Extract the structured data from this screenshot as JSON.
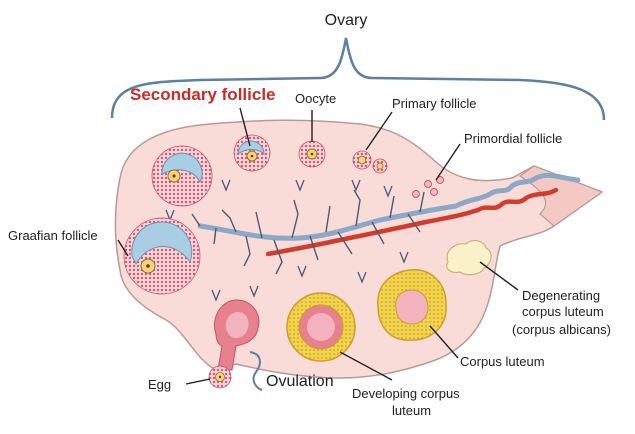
{
  "labels": {
    "ovary": "Ovary",
    "secondary_follicle": "Secondary follicle",
    "oocyte": "Oocyte",
    "primary_follicle": "Primary follicle",
    "primordial_follicle": "Primordial follicle",
    "graafian_follicle": "Graafian follicle",
    "degenerating_line1": "Degenerating",
    "degenerating_line2": "corpus luteum",
    "degenerating_line3": "(corpus albicans)",
    "corpus_luteum": "Corpus luteum",
    "egg": "Egg",
    "ovulation": "Ovulation",
    "developing_line1": "Developing corpus",
    "developing_line2": "luteum"
  },
  "colors": {
    "ovary_fill": "#f9dcd8",
    "ovary_stroke": "#b89a96",
    "highlight_text": "#cc2a2a",
    "bracket": "#5c7fa3",
    "follicle_dots": "#c8506a",
    "antrum": "#a9cde3",
    "oocyte_fill": "#f5d37a",
    "corpus_luteum": "#f3d34b",
    "vein": "#8aa9c6",
    "artery": "#d33b2c"
  }
}
